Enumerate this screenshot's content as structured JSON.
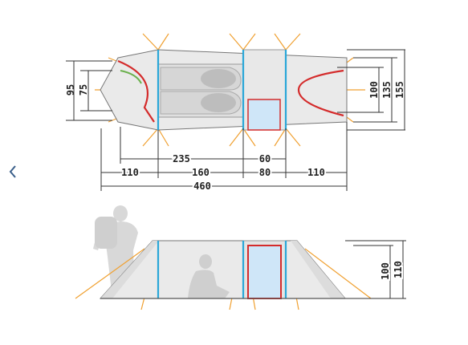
{
  "nav": {
    "prev_icon": "chevron-left-icon",
    "prev_glyph": "‹"
  },
  "top_view": {
    "dims": {
      "width_outer": "155",
      "width_mid": "135",
      "width_inner": "100",
      "left_95": "95",
      "left_75": "75",
      "inner_235": "235",
      "door_60": "60",
      "seg_110_left": "110",
      "seg_160": "160",
      "seg_80": "80",
      "seg_110_right": "110",
      "total_460": "460"
    }
  },
  "side_view": {
    "dims": {
      "height_100": "100",
      "height_110": "110"
    }
  },
  "colors": {
    "guy": "#f0a030",
    "pole_blue": "#2aa7d8",
    "pole_red": "#d42b2b",
    "pole_green": "#6ab04c",
    "door": "#cfe6f8"
  }
}
